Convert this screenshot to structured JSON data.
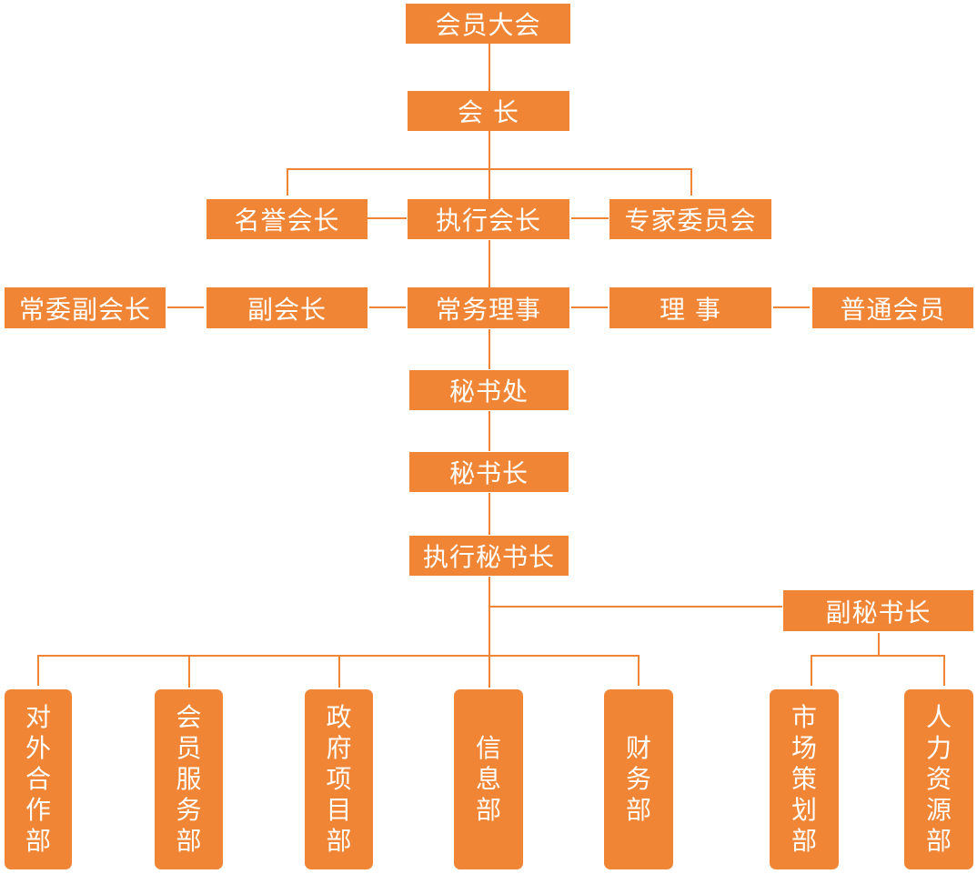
{
  "nodes": {
    "assembly": "会员大会",
    "president": "会 长",
    "honorary_president": "名誉会长",
    "executive_president": "执行会长",
    "expert_committee": "专家委员会",
    "standing_vice_president": "常委副会长",
    "vice_president": "副会长",
    "standing_director": "常务理事",
    "director": "理 事",
    "ordinary_member": "普通会员",
    "secretariat": "秘书处",
    "secretary_general": "秘书长",
    "executive_secretary_general": "执行秘书长",
    "deputy_secretary_general": "副秘书长"
  },
  "departments": {
    "external_cooperation": "对外合作部",
    "member_services": "会员服务部",
    "government_projects": "政府项目部",
    "information": "信息部",
    "finance": "财务部",
    "marketing_planning": "市场策划部",
    "human_resources": "人力资源部"
  },
  "colors": {
    "box": "#ef8535",
    "line": "#ef8535",
    "text": "#ffffff"
  }
}
